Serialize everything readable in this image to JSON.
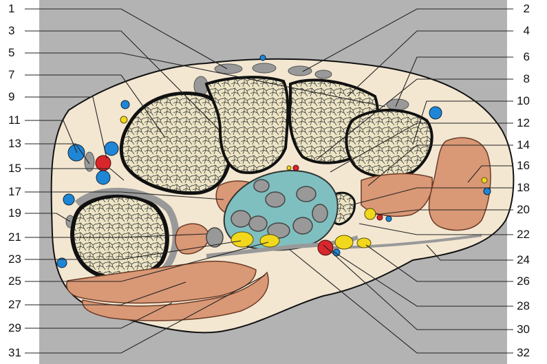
{
  "figure": {
    "callouts": [
      {
        "number": "1"
      },
      {
        "number": "2"
      },
      {
        "number": "3"
      },
      {
        "number": "4"
      },
      {
        "number": "5"
      },
      {
        "number": "6"
      },
      {
        "number": "7"
      },
      {
        "number": "8"
      },
      {
        "number": "9"
      },
      {
        "number": "10"
      },
      {
        "number": "11"
      },
      {
        "number": "12"
      },
      {
        "number": "13"
      },
      {
        "number": "14"
      },
      {
        "number": "15"
      },
      {
        "number": "16"
      },
      {
        "number": "17"
      },
      {
        "number": "18"
      },
      {
        "number": "19"
      },
      {
        "number": "20"
      },
      {
        "number": "21"
      },
      {
        "number": "22"
      },
      {
        "number": "23"
      },
      {
        "number": "24"
      },
      {
        "number": "25"
      },
      {
        "number": "26"
      },
      {
        "number": "27"
      },
      {
        "number": "28"
      },
      {
        "number": "29"
      },
      {
        "number": "30"
      },
      {
        "number": "31"
      },
      {
        "number": "32"
      }
    ],
    "colors": {
      "background_panel": "#b3b3b3",
      "skin": "#f3e7d2",
      "bone": "#ece4c4",
      "bone_outline": "#111111",
      "tendon_gray": "#999999",
      "muscle": "#d99876",
      "synovial_teal": "#7fbfbf",
      "artery": "#d8262b",
      "vein": "#1f86d6",
      "nerve": "#f2d81c"
    }
  }
}
